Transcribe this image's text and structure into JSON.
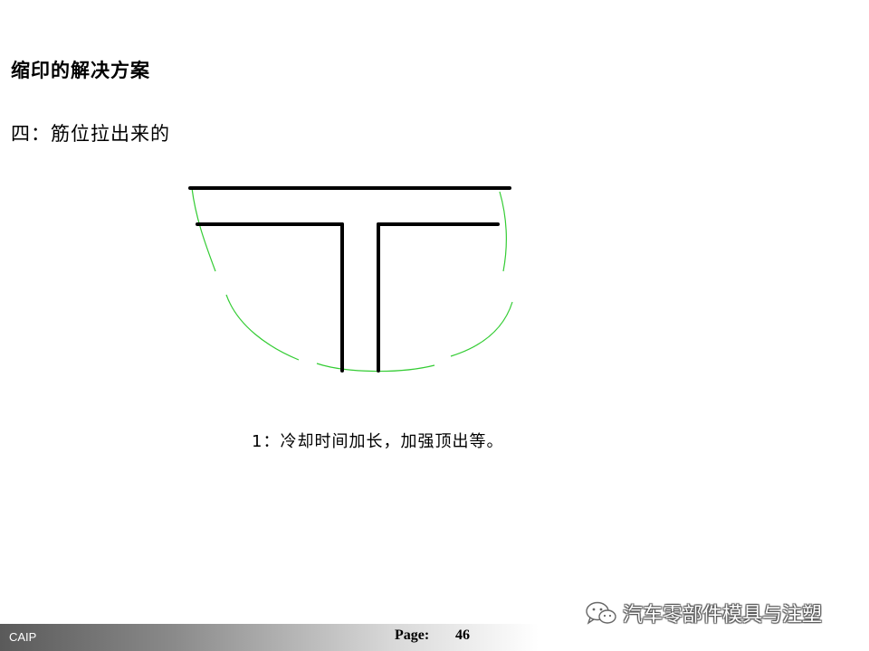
{
  "slide": {
    "title": "缩印的解决方案",
    "subtitle": "四：筋位拉出来的",
    "caption": "1：冷却时间加长，加强顶出等。"
  },
  "footer": {
    "left_text": "CAIP",
    "page_label": "Page:",
    "page_number": "46"
  },
  "watermark": {
    "text": "汽车零部件模具与注塑",
    "icon": "wechat-icon"
  },
  "colors": {
    "outline": "#000000",
    "shrink_curve": "#33cc33"
  }
}
